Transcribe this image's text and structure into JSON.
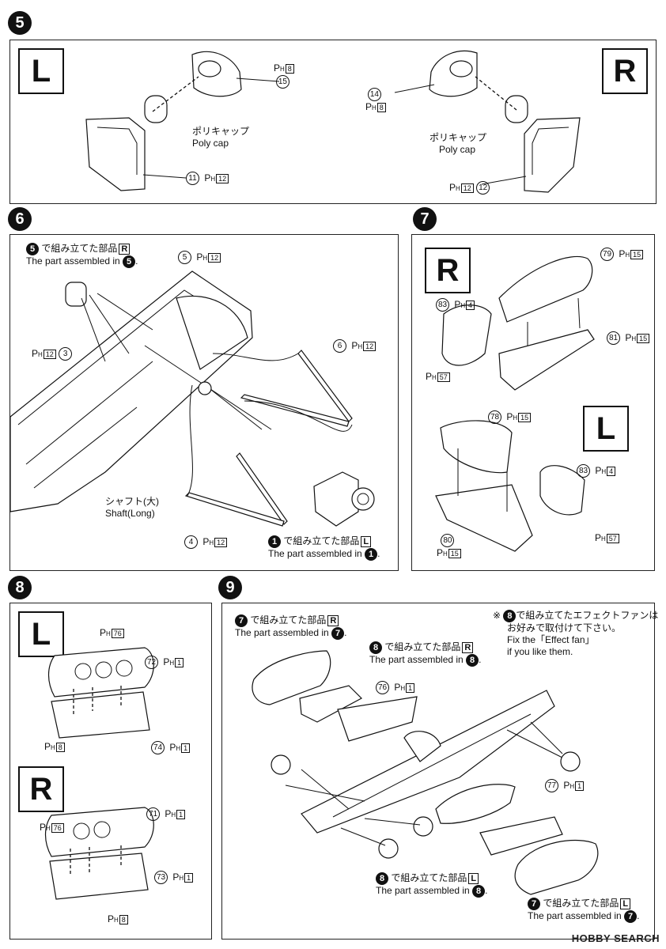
{
  "steps": {
    "s5": {
      "number": "5",
      "left_side": "L",
      "right_side": "R",
      "left": {
        "cap_jp": "ポリキャップ",
        "cap_en": "Poly cap",
        "pa": "15",
        "pa_ref": "8",
        "pb": "11",
        "pb_ref": "12"
      },
      "right": {
        "cap_jp": "ポリキャップ",
        "cap_en": "Poly cap",
        "pa": "14",
        "pa_ref": "8",
        "pb": "12",
        "pb_ref": "12"
      }
    },
    "s6": {
      "number": "6",
      "ref_step": "5",
      "ref_jp": "で組み立てた部品",
      "ref_side": "R",
      "ref_en": "The part assembled in",
      "p5": "5",
      "p5_ref": "12",
      "p3": "3",
      "p3_ref": "12",
      "p6": "6",
      "p6_ref": "12",
      "p4": "4",
      "p4_ref": "12",
      "shaft_jp": "シャフト(大)",
      "shaft_en": "Shaft(Long)",
      "ref2_step": "1",
      "ref2_jp": "で組み立てた部品",
      "ref2_side": "L",
      "ref2_en": "The part assembled in"
    },
    "s7": {
      "number": "7",
      "top_side": "R",
      "bottom_side": "L",
      "p79": "79",
      "p79_ref": "15",
      "p83a": "83",
      "p83a_ref": "4",
      "p81": "81",
      "p81_ref": "15",
      "ph57a": "57",
      "p78": "78",
      "p78_ref": "15",
      "p83b": "83",
      "p83b_ref": "4",
      "p80": "80",
      "p80_ref": "15",
      "ph57b": "57"
    },
    "s8": {
      "number": "8",
      "top_side": "L",
      "bottom_side": "R",
      "ph76a": "76",
      "p72": "72",
      "p72_ref": "1",
      "ph8a": "8",
      "p74": "74",
      "p74_ref": "1",
      "ph76b": "76",
      "p71": "71",
      "p71_ref": "1",
      "p73": "73",
      "p73_ref": "1",
      "ph8b": "8"
    },
    "s9": {
      "number": "9",
      "note_mark": "※",
      "note_step": "8",
      "note_jp1": "で組み立てたエフェクトファンは",
      "note_jp2": "お好みで取付けて下さい。",
      "note_en1": "Fix the「Effect fan」",
      "note_en2": "if you like them.",
      "a_step": "7",
      "a_jp": "で組み立てた部品",
      "a_side": "R",
      "a_en": "The part assembled in",
      "b_step": "8",
      "b_jp": "で組み立てた部品",
      "b_side": "R",
      "b_en": "The part assembled in",
      "p76": "76",
      "p76_ref": "1",
      "p77": "77",
      "p77_ref": "1",
      "c_step": "8",
      "c_jp": "で組み立てた部品",
      "c_side": "L",
      "c_en": "The part assembled in",
      "d_step": "7",
      "d_jp": "で組み立てた部品",
      "d_side": "L",
      "d_en": "The part assembled in"
    }
  },
  "pref": {
    "p": "P",
    "h": "H"
  },
  "watermark": "HOBBY SEARCH"
}
